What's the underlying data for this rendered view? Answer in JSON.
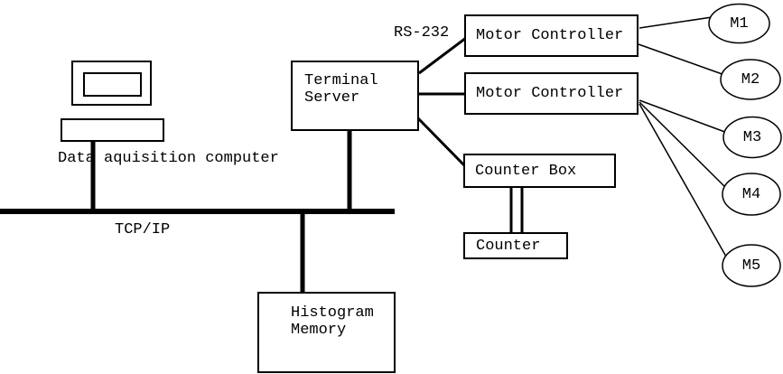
{
  "diagram": {
    "colors": {
      "background": "#ffffff",
      "stroke": "#000000"
    },
    "nodes": {
      "data_acquisition_computer": {
        "label": "Data aquisition computer"
      },
      "terminal_server": {
        "label": "Terminal Server"
      },
      "motor_controller_1": {
        "label": "Motor Controller"
      },
      "motor_controller_2": {
        "label": "Motor Controller"
      },
      "counter_box": {
        "label": "Counter Box"
      },
      "counter": {
        "label": "Counter"
      },
      "histogram_memory": {
        "label": "Histogram Memory"
      },
      "motors": [
        {
          "label": "M1"
        },
        {
          "label": "M2"
        },
        {
          "label": "M3"
        },
        {
          "label": "M4"
        },
        {
          "label": "M5"
        }
      ]
    },
    "link_labels": {
      "network_bus": "TCP/IP",
      "serial_link": "RS-232"
    },
    "edges": [
      {
        "from": "data_acquisition_computer",
        "to": "tcp_ip_bus"
      },
      {
        "from": "terminal_server",
        "to": "tcp_ip_bus"
      },
      {
        "from": "histogram_memory",
        "to": "tcp_ip_bus"
      },
      {
        "from": "terminal_server",
        "to": "motor_controller_1",
        "label": "RS-232"
      },
      {
        "from": "terminal_server",
        "to": "motor_controller_2"
      },
      {
        "from": "terminal_server",
        "to": "counter_box"
      },
      {
        "from": "counter_box",
        "to": "counter",
        "style": "double-line"
      },
      {
        "from": "motor_controller_1",
        "to": "M1"
      },
      {
        "from": "motor_controller_1",
        "to": "M2"
      },
      {
        "from": "motor_controller_2",
        "to": "M3"
      },
      {
        "from": "motor_controller_2",
        "to": "M4"
      },
      {
        "from": "motor_controller_2",
        "to": "M5"
      }
    ]
  }
}
